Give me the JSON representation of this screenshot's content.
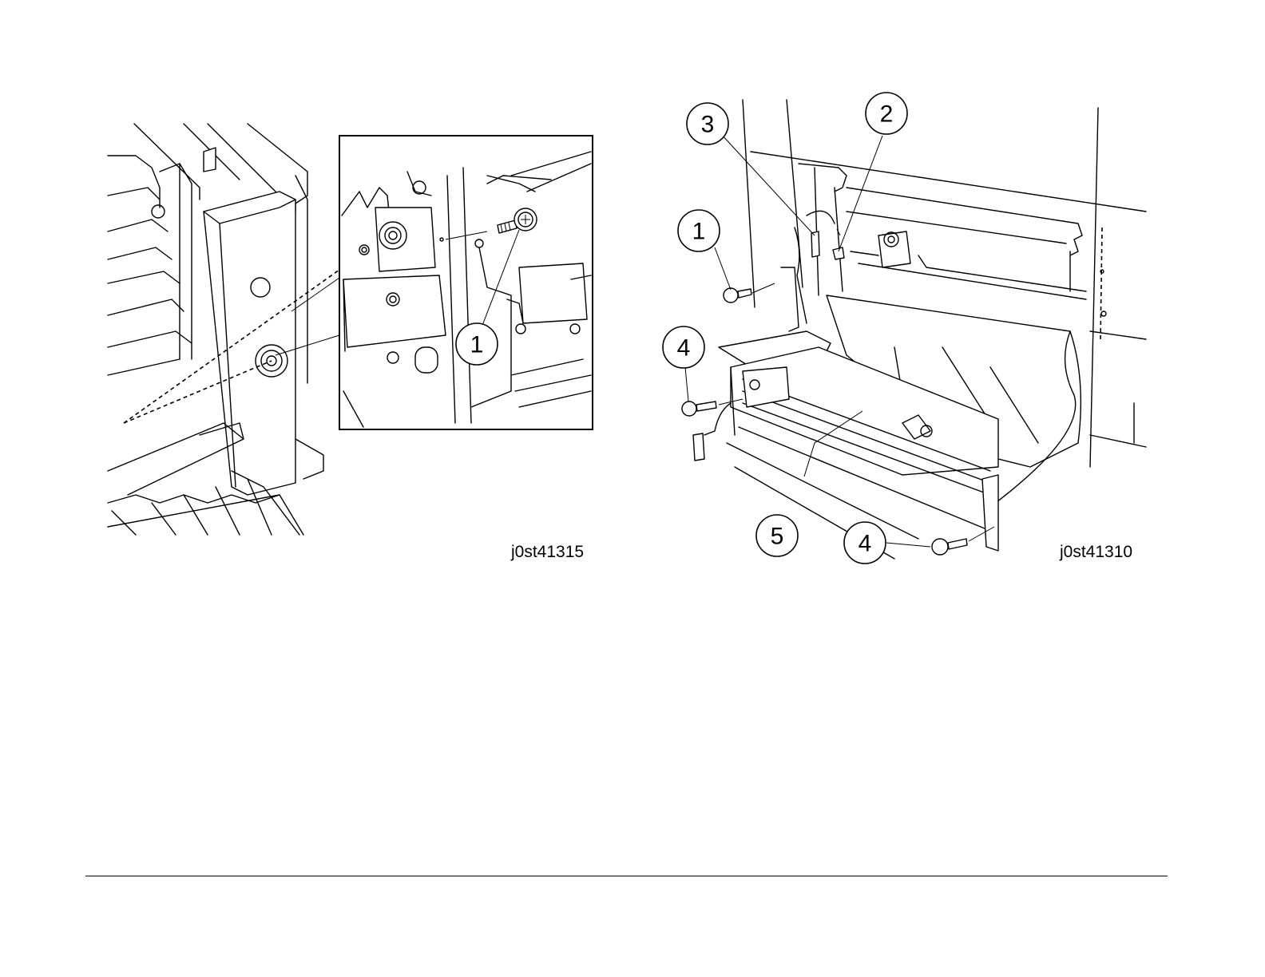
{
  "figures": [
    {
      "id": "j0st41315",
      "callouts": [
        "1"
      ]
    },
    {
      "id": "j0st41310",
      "callouts": [
        "1",
        "2",
        "3",
        "4",
        "4",
        "5"
      ]
    }
  ]
}
